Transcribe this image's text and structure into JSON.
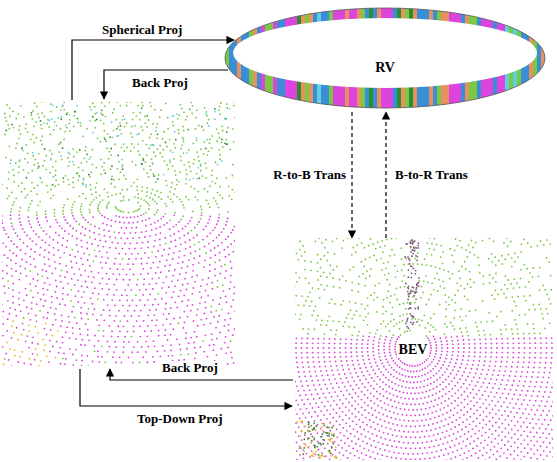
{
  "diagram": {
    "nodes": [
      {
        "text": [
          "RV"
        ]
      },
      {
        "text": [
          "BEV"
        ]
      }
    ],
    "edges": [
      {
        "from": 0,
        "to": 1,
        "arrow": "to",
        "label": "R-to-B Trans"
      },
      {
        "from": 1,
        "to": 0,
        "arrow": "to",
        "label": "B-to-R Trans"
      }
    ],
    "labels": [
      "Spherical Proj",
      "Back Proj",
      "Back Proj",
      "Top-Down Proj"
    ]
  }
}
